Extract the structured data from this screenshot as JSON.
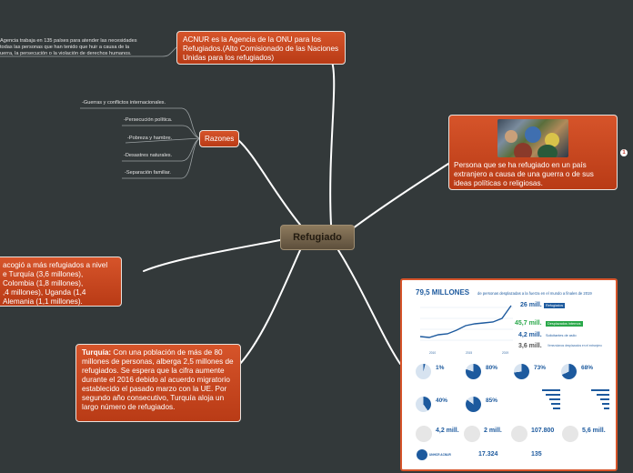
{
  "central": "Refugiado",
  "acnur": {
    "text": "ACNUR es la Agencia de la ONU para los Refugiados.(Alto Comisionado de las Naciones Unidas para los refugiados)",
    "note_line1": "Agencia trabaja en 135 países para atender las necesidades",
    "note_line2": "todas las personas que han tenido que huir a causa de la",
    "note_line3": "uerra, la persecución o la violación de derechos humanos."
  },
  "razones": {
    "label": "Razones",
    "items": [
      "-Guerras y conflictos internacionales.",
      "-Persecución política.",
      "-Pobreza y hambre.",
      "-Desastres naturales.",
      "-Separación familiar."
    ]
  },
  "definition": {
    "text": "Persona que se ha refugiado en un país extranjero a causa de una guerra o de sus ideas políticas o religiosas.",
    "marker": "1"
  },
  "acogida": {
    "line1": "acogió a más refugiados a nivel",
    "line2": "e Turquía (3,6 millones),",
    "line3": "Colombia (1,8 millones),",
    "line4": ",4 millones), Uganda (1,4",
    "line5": "Alemania (1,1 millones)."
  },
  "turquia": {
    "label": "Turquía:",
    "text": "Con una población de más de 80 millones de personas, alberga 2,5 millones de refugiados. Se espera que la cifra aumente durante el 2016 debido al acuerdo migratorio establecido el pasado marzo con la UE. Por segundo año consecutivo, Turquía aloja un largo número de refugiados."
  },
  "infographic": {
    "title": "79,5 MILLONES",
    "subtitle": "de personas desplazadas a la fuerza en el mundo a finales de 2019",
    "stat1": "26 mill.",
    "stat1_label": "Refugiados",
    "stat2": "45,7 mill.",
    "stat2_label": "Desplazados internos",
    "stat3": "4,2 mill.",
    "stat3_label": "Solicitantes de asilo",
    "stat4": "3,6 mill.",
    "stat4_label": "Venezolanos desplazados en el extranjero",
    "pcts": [
      "1%",
      "80%",
      "73%",
      "68%",
      "40%",
      "85%"
    ],
    "bottom": [
      "4,2 mill.",
      "2 mill.",
      "107.800",
      "5,6 mill."
    ],
    "footer_num1": "17.324",
    "footer_num2": "135",
    "years": [
      "2010",
      "2015",
      "2019"
    ],
    "logo": "UNHCR ACNUR"
  },
  "colors": {
    "background": "#33393a",
    "node": "#c8461e",
    "central": "#7a6a50",
    "infographic_blue": "#1d5a9e"
  }
}
